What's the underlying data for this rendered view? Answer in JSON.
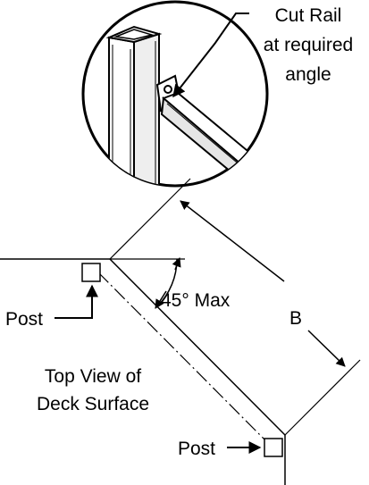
{
  "callout": {
    "line1": "Cut Rail",
    "line2": "at required",
    "line3": "angle"
  },
  "angle_label": "45° Max",
  "dimension_label": "B",
  "post_labels": {
    "upper": "Post",
    "lower": "Post"
  },
  "deck_label": {
    "line1": "Top View of",
    "line2": "Deck Surface"
  },
  "colors": {
    "ink": "#000000",
    "background": "#ffffff",
    "shading": "#e6e6e6"
  }
}
